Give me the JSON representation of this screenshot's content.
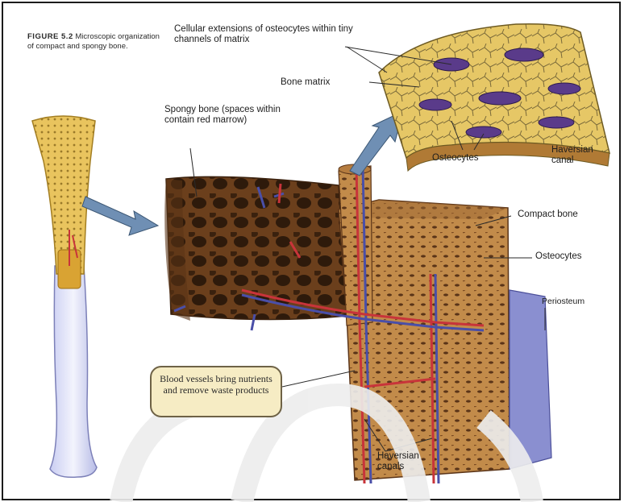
{
  "figure": {
    "number": "FIGURE 5.2",
    "caption": "Microscopic organization of compact and spongy bone."
  },
  "labels": {
    "cellular_extensions": "Cellular extensions of osteocytes within tiny channels of matrix",
    "bone_matrix": "Bone matrix",
    "osteocytes_top": "Osteocytes",
    "haversian_canal": "Haversian canal",
    "spongy_bone": "Spongy bone (spaces within contain red marrow)",
    "compact_bone": "Compact bone",
    "osteocytes_right": "Osteocytes",
    "periosteum": "Periosteum",
    "blood_vessels": "Blood vessels bring nutrients and remove waste products",
    "haversian_canals": "Haversian canals"
  },
  "colors": {
    "bone_yellow": "#e8c766",
    "bone_brown": "#8a5a2b",
    "osteocyte_purple": "#5a3b8a",
    "artery_red": "#c8343a",
    "vein_blue": "#4a4fa8",
    "periosteum_blue": "#8a8fd0",
    "callout_fill": "#f6ecc4",
    "arrow_blue": "#6f8fb4"
  }
}
